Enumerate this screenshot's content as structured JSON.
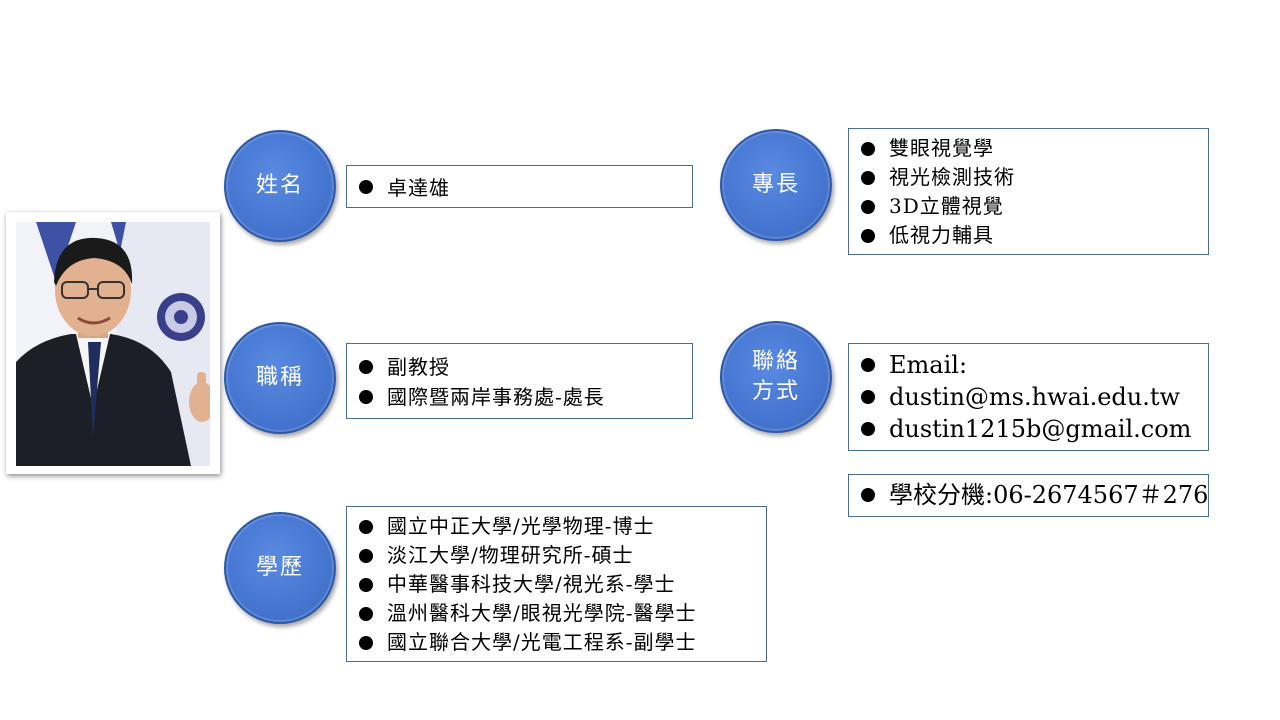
{
  "name": {
    "label": "姓名",
    "items": [
      "卓達雄"
    ]
  },
  "title": {
    "label": "職稱",
    "items": [
      "副教授",
      "國際暨兩岸事務處-處長"
    ]
  },
  "education": {
    "label": "學歷",
    "items": [
      "國立中正大學/光學物理-博士",
      "淡江大學/物理研究所-碩士",
      "中華醫事科技大學/視光系-學士",
      "溫州醫科大學/眼視光學院-醫學士",
      "國立聯合大學/光電工程系-副學士"
    ]
  },
  "expertise": {
    "label": "專長",
    "items": [
      "雙眼視覺學",
      "視光檢測技術",
      "3D立體視覺",
      "低視力輔具"
    ]
  },
  "contact": {
    "label_line1": "聯絡",
    "label_line2": "方式",
    "items": [
      "Email:",
      "dustin@ms.hwai.edu.tw",
      "dustin1215b@gmail.com"
    ],
    "extension": "學校分機:06-2674567＃276"
  },
  "colors": {
    "circle": "#4677d2",
    "box_border": "#4a6e92"
  }
}
